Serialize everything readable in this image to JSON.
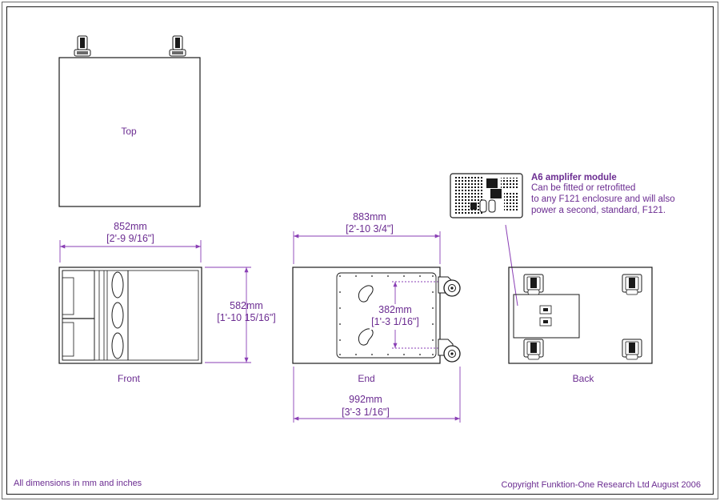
{
  "views": {
    "top_label": "Top",
    "front_label": "Front",
    "end_label": "End",
    "back_label": "Back"
  },
  "dimensions": {
    "width_mm": "852mm",
    "width_in": "[2'-9 9/16\"]",
    "height_mm": "582mm",
    "height_in": "[1'-10 15/16\"]",
    "depth_mm": "883mm",
    "depth_in": "[2'-10 3/4\"]",
    "depth_total_mm": "992mm",
    "depth_total_in": "[3'-3 1/16\"]",
    "wheel_spacing_mm": "382mm",
    "wheel_spacing_in": "[1'-3 1/16\"]"
  },
  "amplifier": {
    "title": "A6 amplifer module",
    "line1": "Can be fitted or retrofitted",
    "line2": "to any F121 enclosure and will also",
    "line3": "power a second, standard, F121."
  },
  "footer": {
    "note": "All dimensions in mm and inches",
    "copyright": "Copyright Funktion-One Research Ltd August 2006"
  },
  "colors": {
    "label": "#6b2c91",
    "dimension": "#8a3fb5",
    "line": "#1a1a1a"
  }
}
